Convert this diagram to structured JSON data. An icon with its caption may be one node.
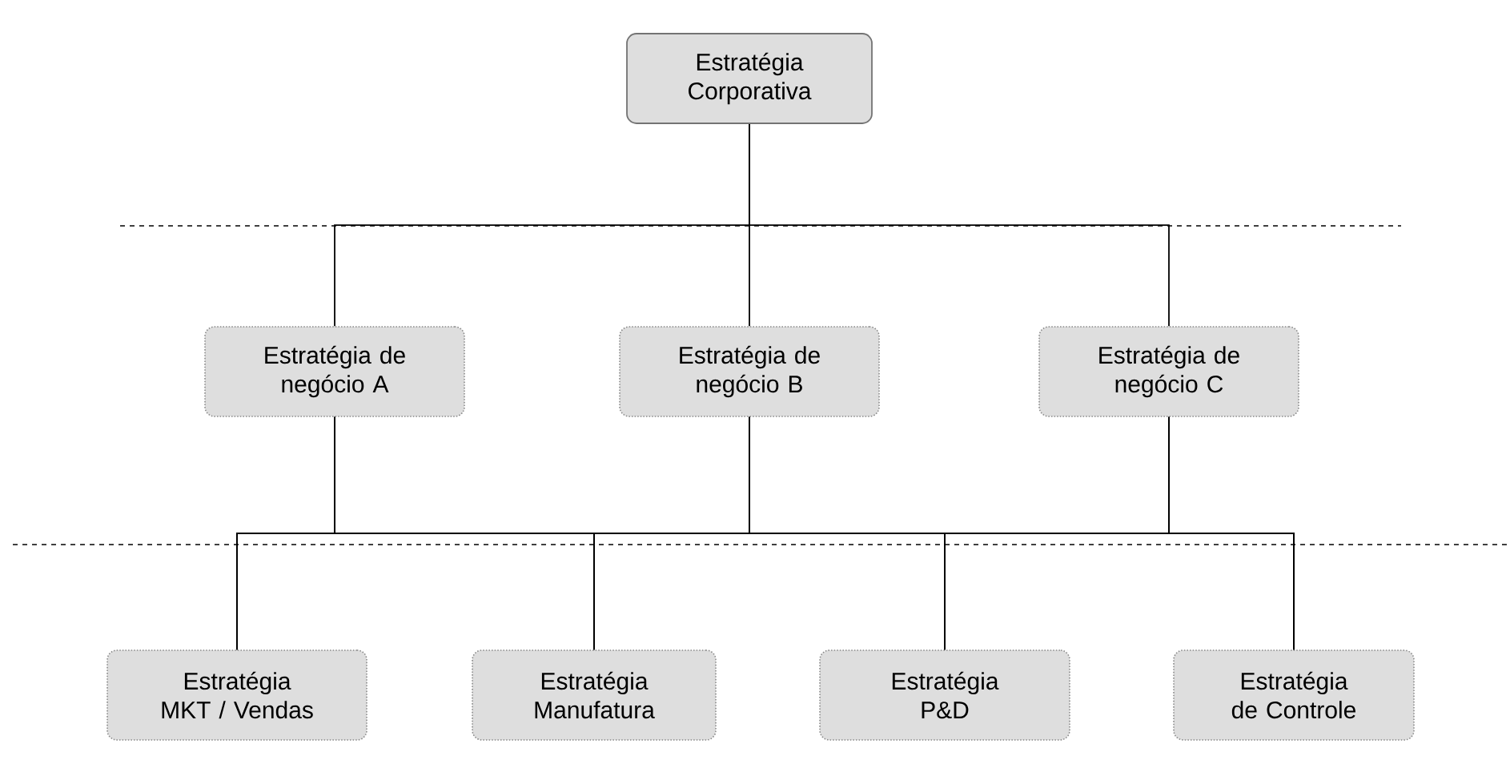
{
  "diagram": {
    "nodes": [
      {
        "text": [
          "Estratégia Corporativa"
        ]
      },
      {
        "text": [
          "Estratégia de negócio A"
        ]
      },
      {
        "text": [
          "Estratégia de negócio B"
        ]
      },
      {
        "text": [
          "Estratégia de negócio C"
        ]
      },
      {
        "text": [
          "Estratégia MKT / Vendas"
        ]
      },
      {
        "text": [
          "Estratégia Manufatura"
        ]
      },
      {
        "text": [
          "Estratégia P&D"
        ]
      },
      {
        "text": [
          "Estratégia de Controle"
        ]
      }
    ],
    "edges": [
      {
        "from": 0,
        "to": 1,
        "arrow": "none"
      },
      {
        "from": 0,
        "to": 2,
        "arrow": "none"
      },
      {
        "from": 0,
        "to": 3,
        "arrow": "none"
      },
      {
        "from": 1,
        "to": 4,
        "arrow": "none"
      },
      {
        "from": 1,
        "to": 5,
        "arrow": "none"
      },
      {
        "from": 1,
        "to": 6,
        "arrow": "none"
      },
      {
        "from": 1,
        "to": 7,
        "arrow": "none"
      },
      {
        "from": 2,
        "to": 4,
        "arrow": "none"
      },
      {
        "from": 2,
        "to": 5,
        "arrow": "none"
      },
      {
        "from": 2,
        "to": 6,
        "arrow": "none"
      },
      {
        "from": 2,
        "to": 7,
        "arrow": "none"
      },
      {
        "from": 3,
        "to": 4,
        "arrow": "none"
      },
      {
        "from": 3,
        "to": 5,
        "arrow": "none"
      },
      {
        "from": 3,
        "to": 6,
        "arrow": "none"
      },
      {
        "from": 3,
        "to": 7,
        "arrow": "none"
      }
    ]
  }
}
